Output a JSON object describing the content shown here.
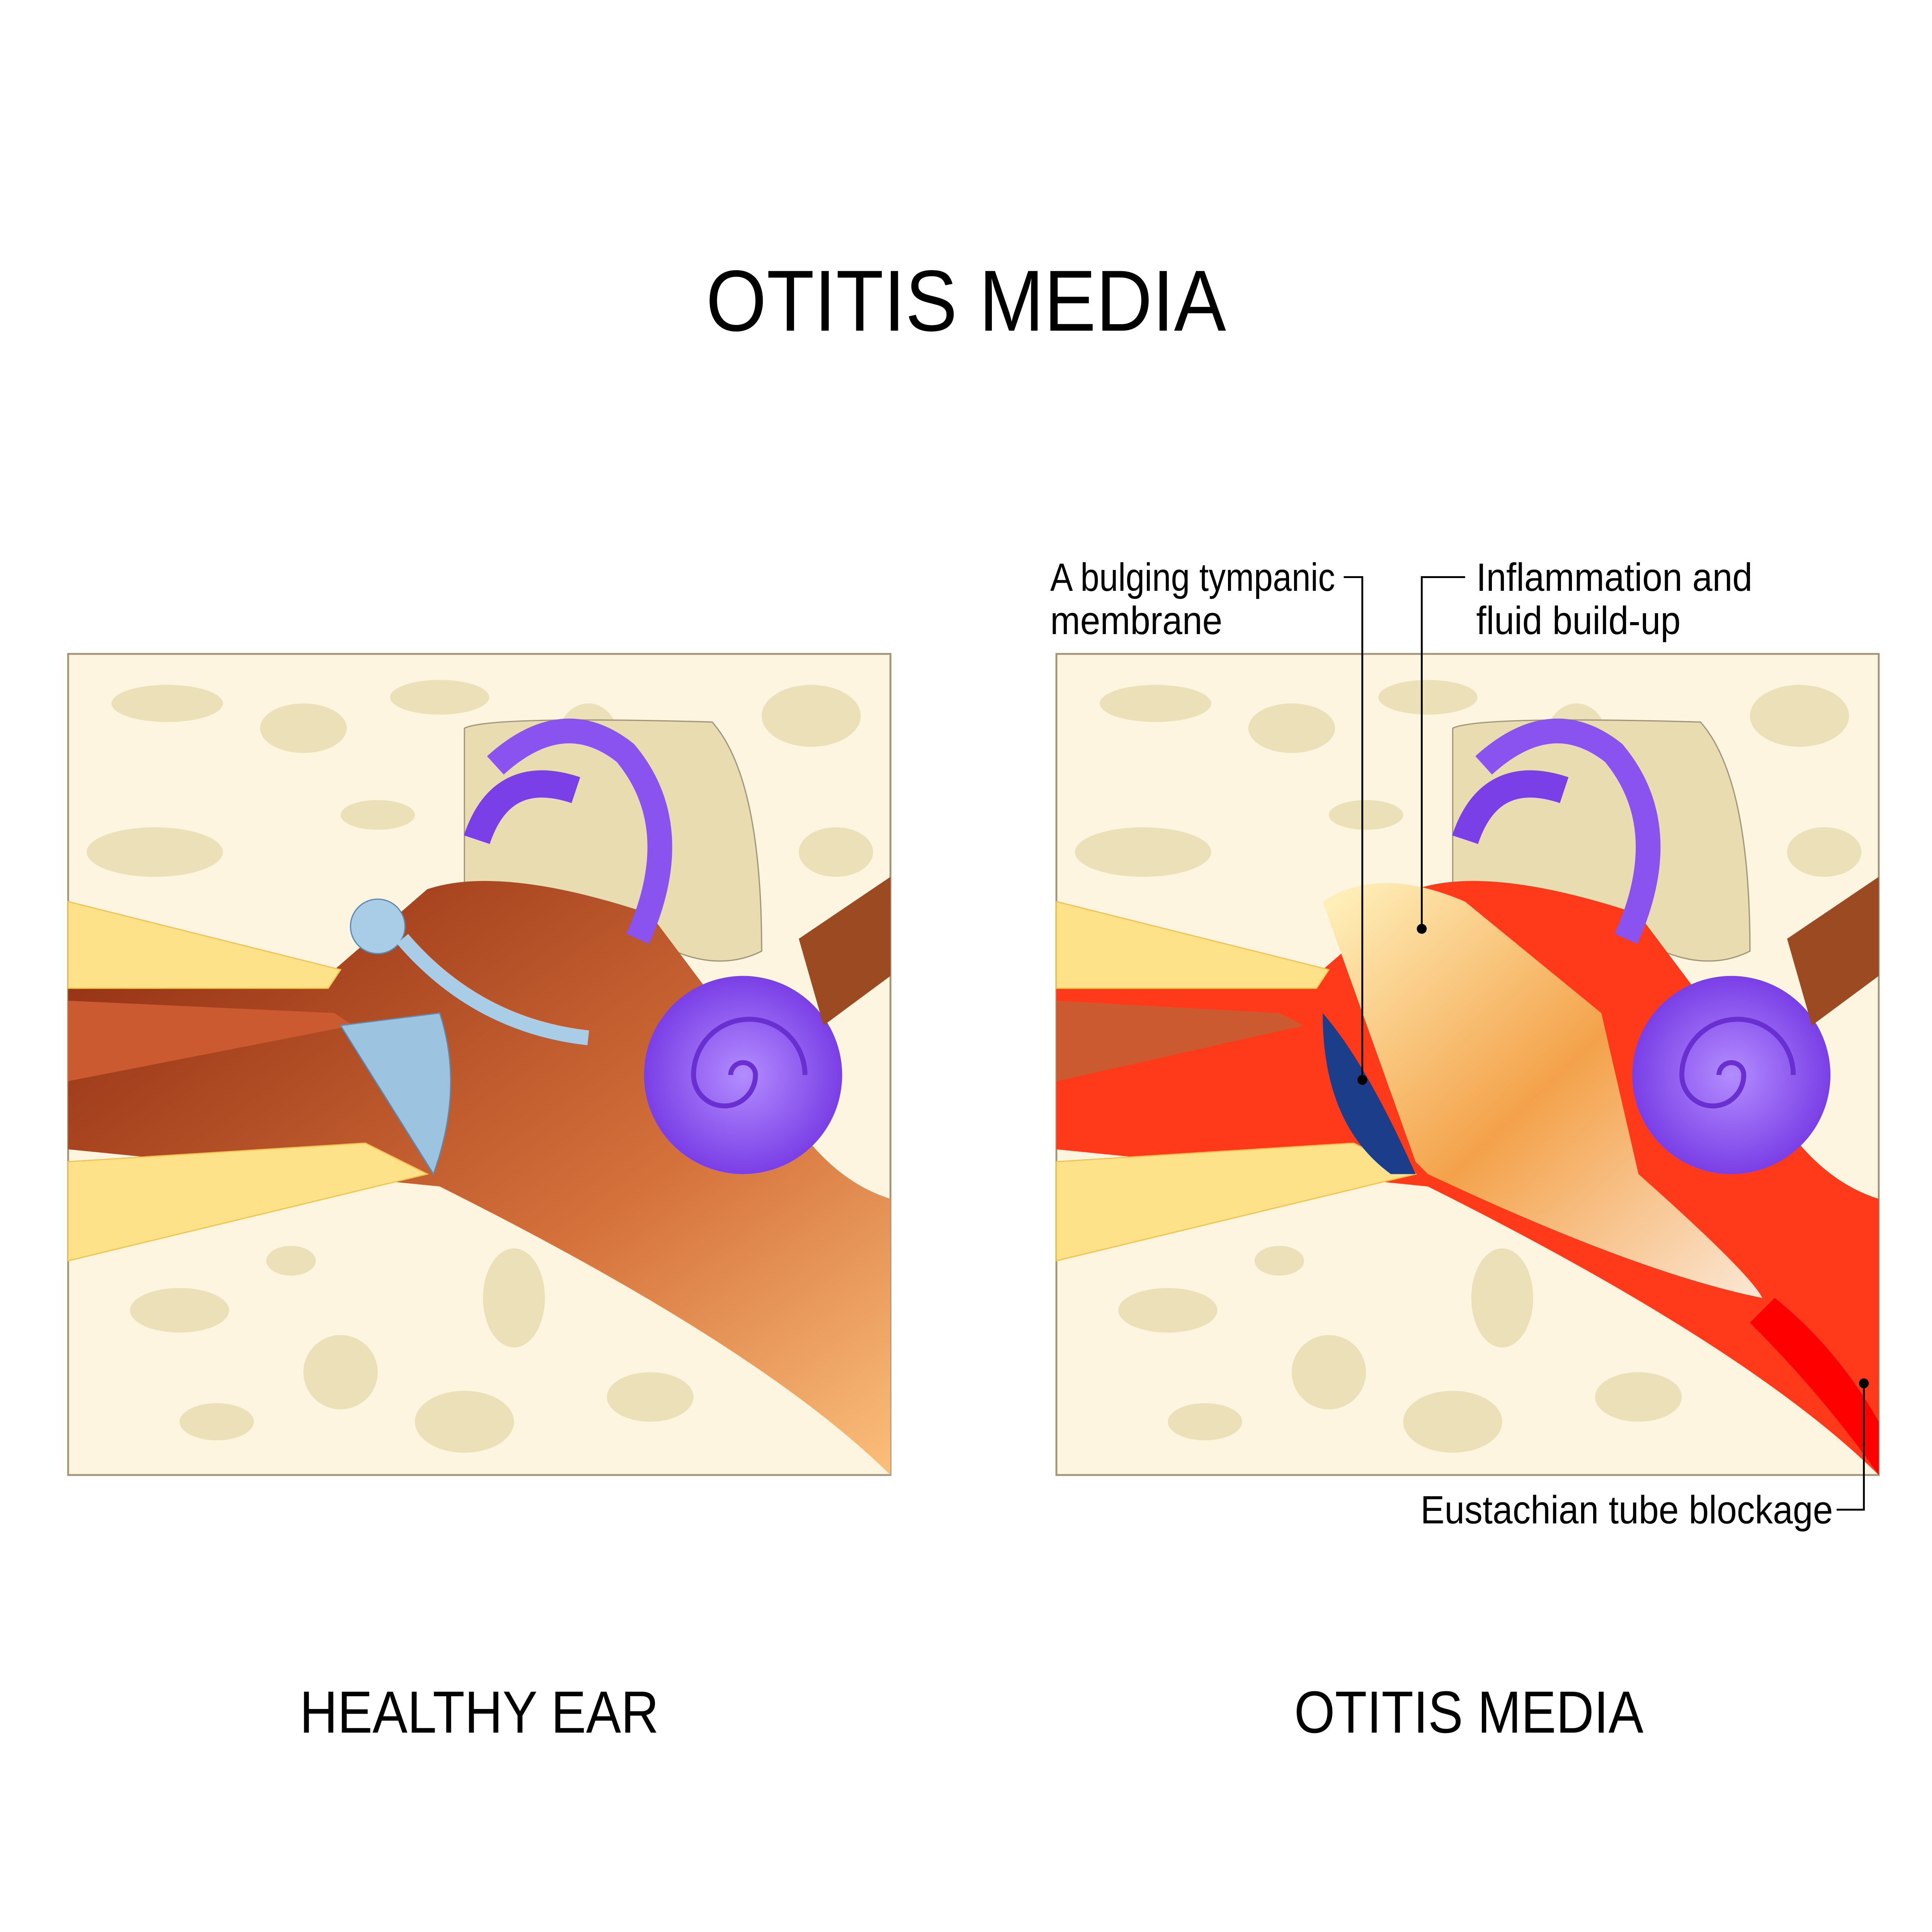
{
  "title": "OTITIS MEDIA",
  "panels": [
    {
      "caption": "HEALTHY EAR"
    },
    {
      "caption": "OTITIS MEDIA"
    }
  ],
  "callouts": {
    "bulging_line1": "A bulging tympanic",
    "bulging_line2": "membrane",
    "inflammation_line1": "Inflammation and",
    "inflammation_line2": "fluid build-up",
    "eustachian": "Eustachian tube blockage"
  },
  "colors": {
    "bone": "#fdf5e0",
    "bone_holes": "#ece0b8",
    "cochlea": "#8a52ef",
    "canal": "#e9874b",
    "inflammation": "#ff1a0a",
    "ossicles": "#a9cde6"
  }
}
